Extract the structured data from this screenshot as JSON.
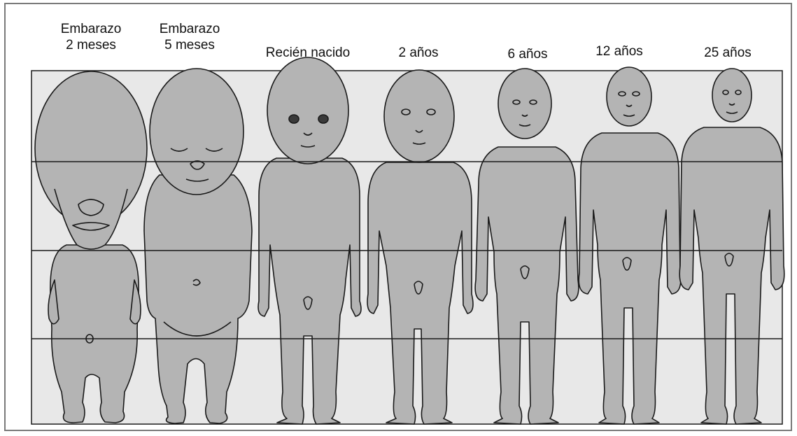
{
  "figures": [
    {
      "line1": "Embarazo",
      "line2": "2 meses"
    },
    {
      "line1": "Embarazo",
      "line2": "5 meses"
    },
    {
      "line1": "Recién nacido",
      "line2": ""
    },
    {
      "line1": "2 años",
      "line2": ""
    },
    {
      "line1": "6 años",
      "line2": ""
    },
    {
      "line1": "12 años",
      "line2": ""
    },
    {
      "line1": "25 años",
      "line2": ""
    }
  ],
  "colors": {
    "panel": "#e8e8e8",
    "body": "#b4b4b4",
    "outline": "#1a1a1a",
    "frame": "#7a7a7a"
  }
}
